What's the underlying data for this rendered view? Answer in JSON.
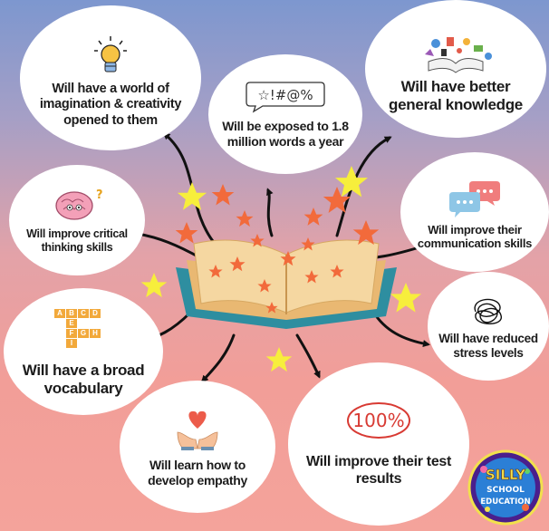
{
  "bubbles": {
    "imagination": {
      "text": "Will have a world of\nimagination & creativity\nopened to them",
      "icon": "lightbulb-icon"
    },
    "words": {
      "text": "Will be exposed to 1.8\nmillion words a year",
      "icon": "symbols-speech-icon",
      "icon_text": "☆!#@%"
    },
    "knowledge": {
      "text": "Will have better\ngeneral knowledge",
      "icon": "open-book-knowledge-icon"
    },
    "critical": {
      "text": "Will improve critical\nthinking skills",
      "icon": "brain-icon"
    },
    "communication": {
      "text": "Will improve their\ncommunication skills",
      "icon": "chat-bubbles-icon"
    },
    "vocabulary": {
      "text": "Will have a broad\nvocabulary",
      "icon": "letter-tiles-icon",
      "tiles": [
        "A",
        "B",
        "C",
        "D",
        "E",
        "F",
        "G",
        "H",
        "I"
      ]
    },
    "stress": {
      "text": "Will have reduced\nstress levels",
      "icon": "scribble-icon"
    },
    "empathy": {
      "text": "Will learn how to\ndevelop empathy",
      "icon": "heart-hands-icon"
    },
    "test": {
      "text": "Will improve their test\nresults",
      "icon": "hundred-percent-icon",
      "icon_text": "100%"
    }
  },
  "logo": {
    "line1": "SILLY",
    "line2": "SCHOOL",
    "line3": "EDUCATION"
  },
  "colors": {
    "background_top": "#7d97cf",
    "background_bottom": "#f4a39b",
    "bubble": "#ffffff",
    "text": "#1c1c1c",
    "arrow": "#111111",
    "star_orange": "#f26a3b",
    "star_yellow": "#f7ee3c",
    "book_cover": "#2e8ea0",
    "book_page": "#f5d7a1",
    "test_red": "#d83a33"
  }
}
